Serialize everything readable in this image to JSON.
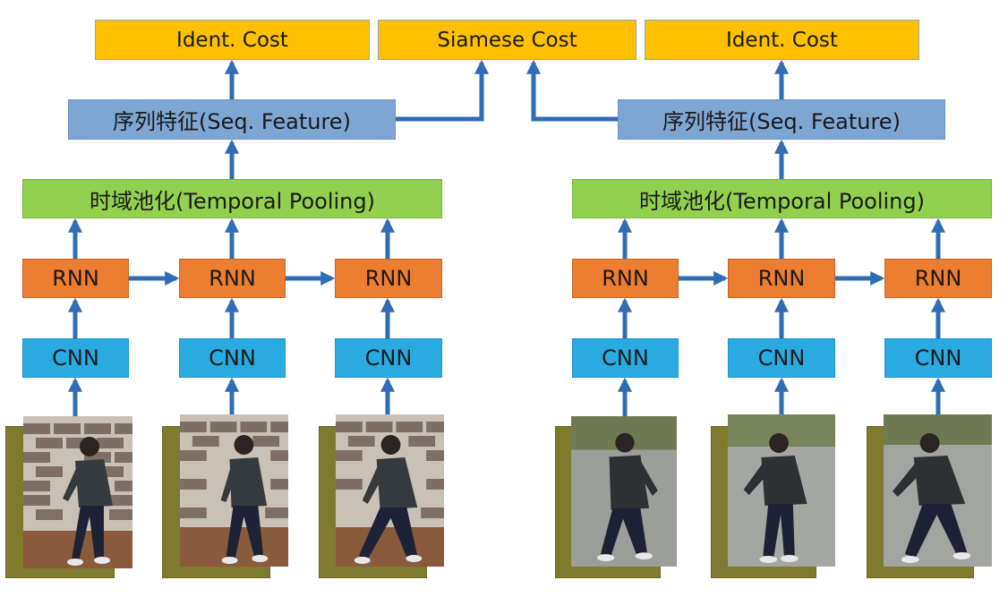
{
  "labels": {
    "ident_cost": "Ident. Cost",
    "siamese_cost": "Siamese Cost",
    "seq_feature": "序列特征(Seq. Feature)",
    "temporal_pooling": "时域池化(Temporal Pooling)",
    "rnn": "RNN",
    "cnn": "CNN"
  },
  "colors": {
    "cost": "#ffc000",
    "feature": "#7ea6d3",
    "pooling": "#92d050",
    "rnn": "#ed7d31",
    "cnn": "#29abe2",
    "arrow": "#2f6eb5"
  },
  "images": {
    "left_background": "brick-wall",
    "right_background": "gray-pavement",
    "subject": "walking-person"
  }
}
